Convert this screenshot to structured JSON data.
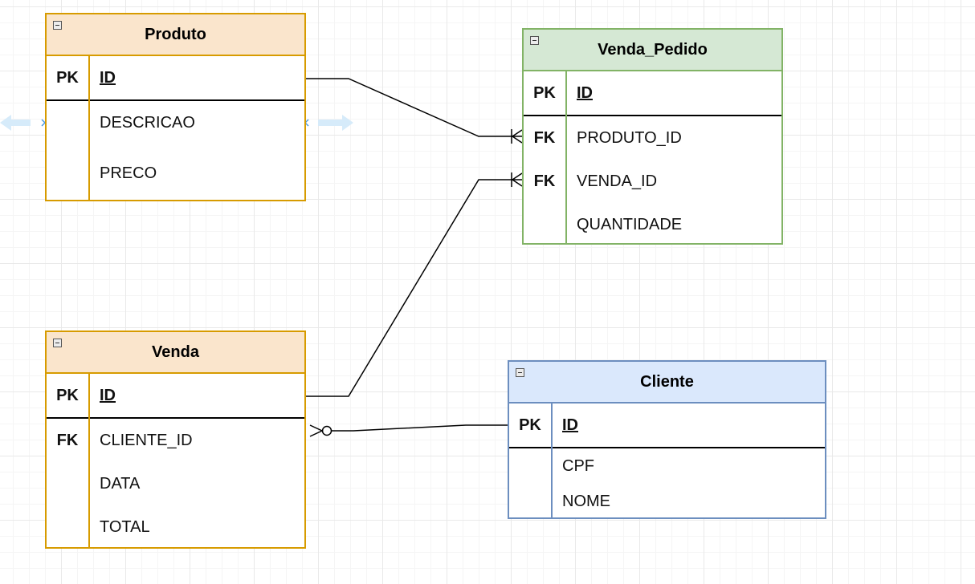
{
  "tables": {
    "produto": {
      "title": "Produto",
      "colors": {
        "stroke": "#d79b00",
        "fill": "#fae5cc"
      },
      "rows": [
        {
          "key": "PK",
          "name": "ID"
        },
        {
          "key": "",
          "name": "DESCRICAO"
        },
        {
          "key": "",
          "name": "PRECO"
        }
      ]
    },
    "venda_pedido": {
      "title": "Venda_Pedido",
      "colors": {
        "stroke": "#82b366",
        "fill": "#d5e8d4"
      },
      "rows": [
        {
          "key": "PK",
          "name": "ID"
        },
        {
          "key": "FK",
          "name": "PRODUTO_ID"
        },
        {
          "key": "FK",
          "name": "VENDA_ID"
        },
        {
          "key": "",
          "name": "QUANTIDADE"
        }
      ]
    },
    "venda": {
      "title": "Venda",
      "colors": {
        "stroke": "#d79b00",
        "fill": "#fae5cc"
      },
      "rows": [
        {
          "key": "PK",
          "name": "ID"
        },
        {
          "key": "FK",
          "name": "CLIENTE_ID"
        },
        {
          "key": "",
          "name": "DATA"
        },
        {
          "key": "",
          "name": "TOTAL"
        }
      ]
    },
    "cliente": {
      "title": "Cliente",
      "colors": {
        "stroke": "#6c8ebf",
        "fill": "#dae8fc"
      },
      "rows": [
        {
          "key": "PK",
          "name": "ID"
        },
        {
          "key": "",
          "name": "CPF"
        },
        {
          "key": "",
          "name": "NOME"
        }
      ]
    }
  },
  "relationships": [
    {
      "from": "Produto.ID",
      "to": "Venda_Pedido.PRODUTO_ID",
      "cardinality": "one-to-many"
    },
    {
      "from": "Venda.ID",
      "to": "Venda_Pedido.VENDA_ID",
      "cardinality": "one-to-many"
    },
    {
      "from": "Cliente.ID",
      "to": "Venda.CLIENTE_ID",
      "cardinality": "zero-or-many"
    }
  ],
  "icons": {
    "collapse": "minus-box-icon",
    "resize": "double-arrow-icon",
    "handle": "x-handle-icon"
  }
}
